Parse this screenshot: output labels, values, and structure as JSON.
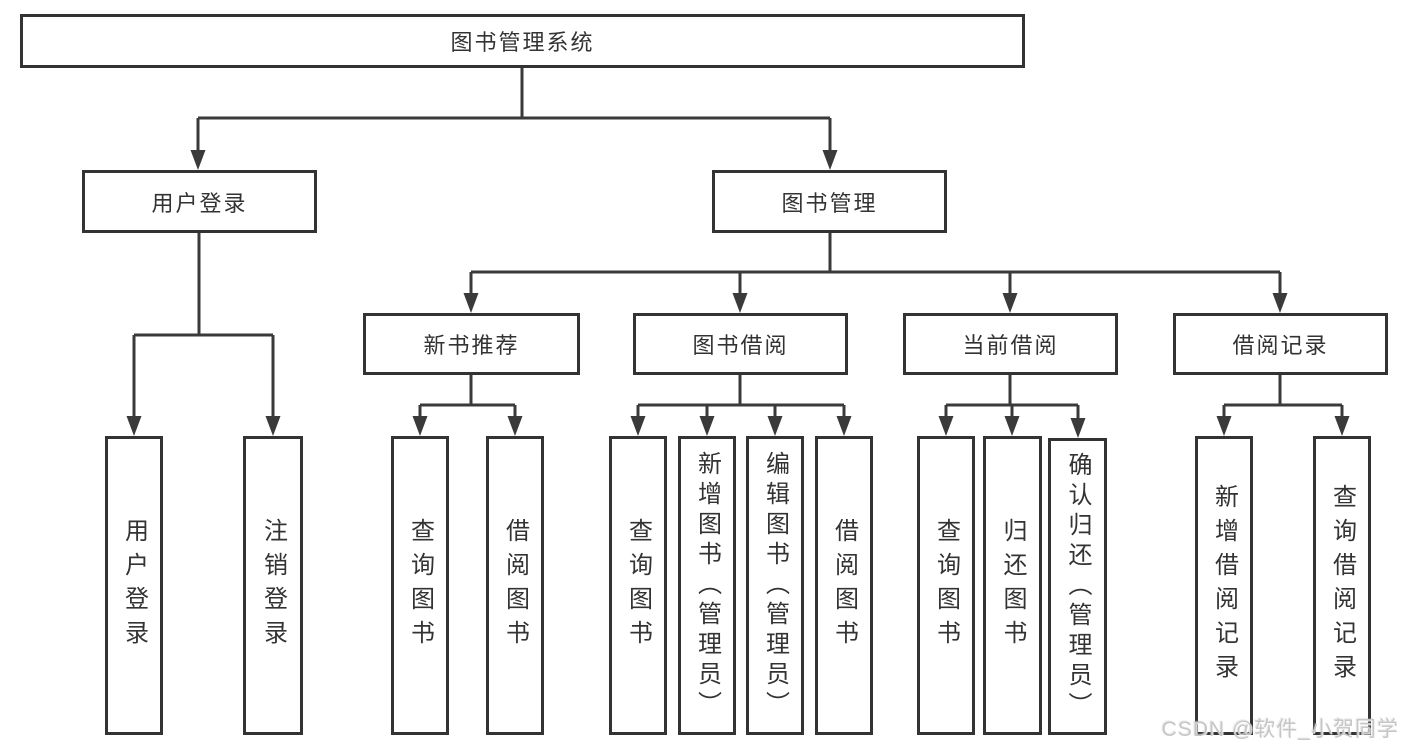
{
  "root": {
    "label": "图书管理系统"
  },
  "level2": {
    "user_login": {
      "label": "用户登录"
    },
    "book_mgmt": {
      "label": "图书管理"
    }
  },
  "level3": {
    "new_book": {
      "label": "新书推荐"
    },
    "book_borrow": {
      "label": "图书借阅"
    },
    "current_borrow": {
      "label": "当前借阅"
    },
    "borrow_record": {
      "label": "借阅记录"
    }
  },
  "leaves": {
    "user_login_1": {
      "label": "用户登录"
    },
    "user_login_2": {
      "label": "注销登录"
    },
    "new_book_1": {
      "label": "查询图书"
    },
    "new_book_2": {
      "label": "借阅图书"
    },
    "book_borrow_1": {
      "label": "查询图书"
    },
    "book_borrow_2": {
      "label": "新增图书（管理员）"
    },
    "book_borrow_3": {
      "label": "编辑图书（管理员）"
    },
    "book_borrow_4": {
      "label": "借阅图书"
    },
    "current_borrow_1": {
      "label": "查询图书"
    },
    "current_borrow_2": {
      "label": "归还图书"
    },
    "current_borrow_3": {
      "label": "确认归还（管理员）"
    },
    "borrow_record_1": {
      "label": "新增借阅记录"
    },
    "borrow_record_2": {
      "label": "查询借阅记录"
    }
  },
  "watermark": {
    "text": "CSDN @软件_小贺同学"
  },
  "colors": {
    "line": "#3a3a3a",
    "text": "#333333",
    "watermark": "#c6c6c6",
    "background": "#ffffff"
  }
}
